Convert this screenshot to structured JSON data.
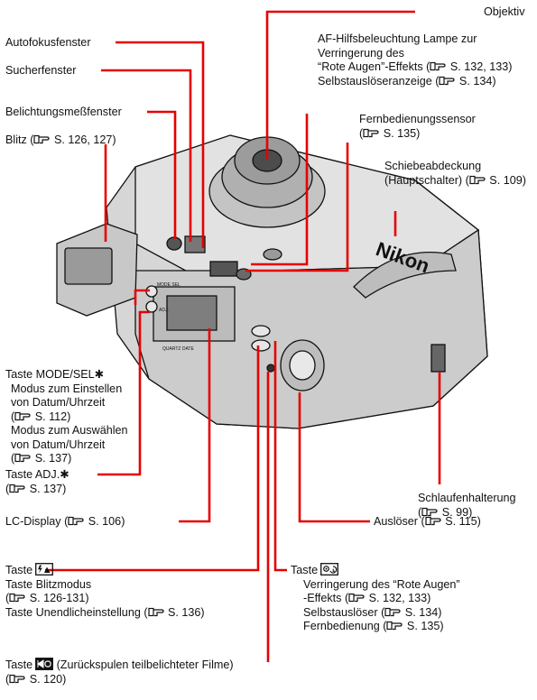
{
  "colors": {
    "leader": "#e60000",
    "ink": "#111111",
    "body": "#d9d9d9"
  },
  "icons": {
    "ref": "hand-pointing-reference-icon",
    "flash_infinity": "flash-infinity-key-icon",
    "redeye_timer": "redeye-selftimer-key-icon",
    "rewind": "rewind-key-icon"
  },
  "labels": {
    "objektiv": {
      "text": "Objektiv"
    },
    "autofokus": {
      "text": "Autofokusfenster"
    },
    "af_hilfs": {
      "lines": [
        "AF-Hilfsbeleuchtung Lampe zur",
        "Verringerung des",
        "“Rote Augen”-Effekts (",
        "Selbstauslöseranzeige ("
      ],
      "refs": [
        " S. 132, 133)",
        " S. 134)"
      ]
    },
    "sucher": {
      "text": "Sucherfenster"
    },
    "belichtung": {
      "text": "Belichtungsmeßfenster"
    },
    "fernbed_sensor": {
      "text": "Fernbedienungssensor",
      "ref_open": "(",
      "ref": " S. 135)"
    },
    "schiebe": {
      "lines": [
        "Schiebeabdeckung",
        "(Hauptschalter) ("
      ],
      "ref": " S. 109)"
    },
    "blitz": {
      "text": "Blitz (",
      "ref": " S. 126, 127)"
    },
    "mode_sel": {
      "title": "Taste MODE/SEL✱",
      "lines": [
        "Modus zum Einstellen",
        "von Datum/Uhrzeit",
        "Modus zum Auswählen",
        "von Datum/Uhrzeit"
      ],
      "ref_open": "(",
      "refs": [
        " S. 112)",
        " S. 137)"
      ]
    },
    "adj": {
      "title": "Taste ADJ.✱",
      "ref_open": "(",
      "ref": " S. 137)"
    },
    "schlaufen": {
      "text": "Schlaufenhalterung",
      "ref_open": "(",
      "ref": " S. 99)"
    },
    "lcd": {
      "text": "LC-Display (",
      "ref": " S. 106)"
    },
    "ausloeser": {
      "text": "Auslöser (",
      "ref": " S. 115)"
    },
    "taste_blitz": {
      "title": "Taste",
      "lines": [
        "Taste Blitzmodus"
      ],
      "ref_open": "(",
      "ref": " S. 126-131)",
      "unend": "Taste Unendlicheinstellung (",
      "unend_ref": " S. 136)"
    },
    "taste_redeye": {
      "title": "Taste",
      "lines": [
        "Verringerung des “Rote Augen”",
        "-Effekts ("
      ],
      "refs": [
        " S. 132, 133)",
        " S. 134)",
        " S. 135)"
      ],
      "self": "Selbstauslöser (",
      "fern": "Fernbedienung ("
    },
    "taste_rewind": {
      "title": "Taste",
      "after": " (Zurückspulen teilbelichteter Filme)",
      "ref_open": "(",
      "ref": " S. 120)"
    }
  },
  "camera": {
    "brand": "Nikon",
    "mode_sel_label": "MODE SEL",
    "adj_label": "ADJ.",
    "quartz_label": "QUARTZ DATE"
  }
}
